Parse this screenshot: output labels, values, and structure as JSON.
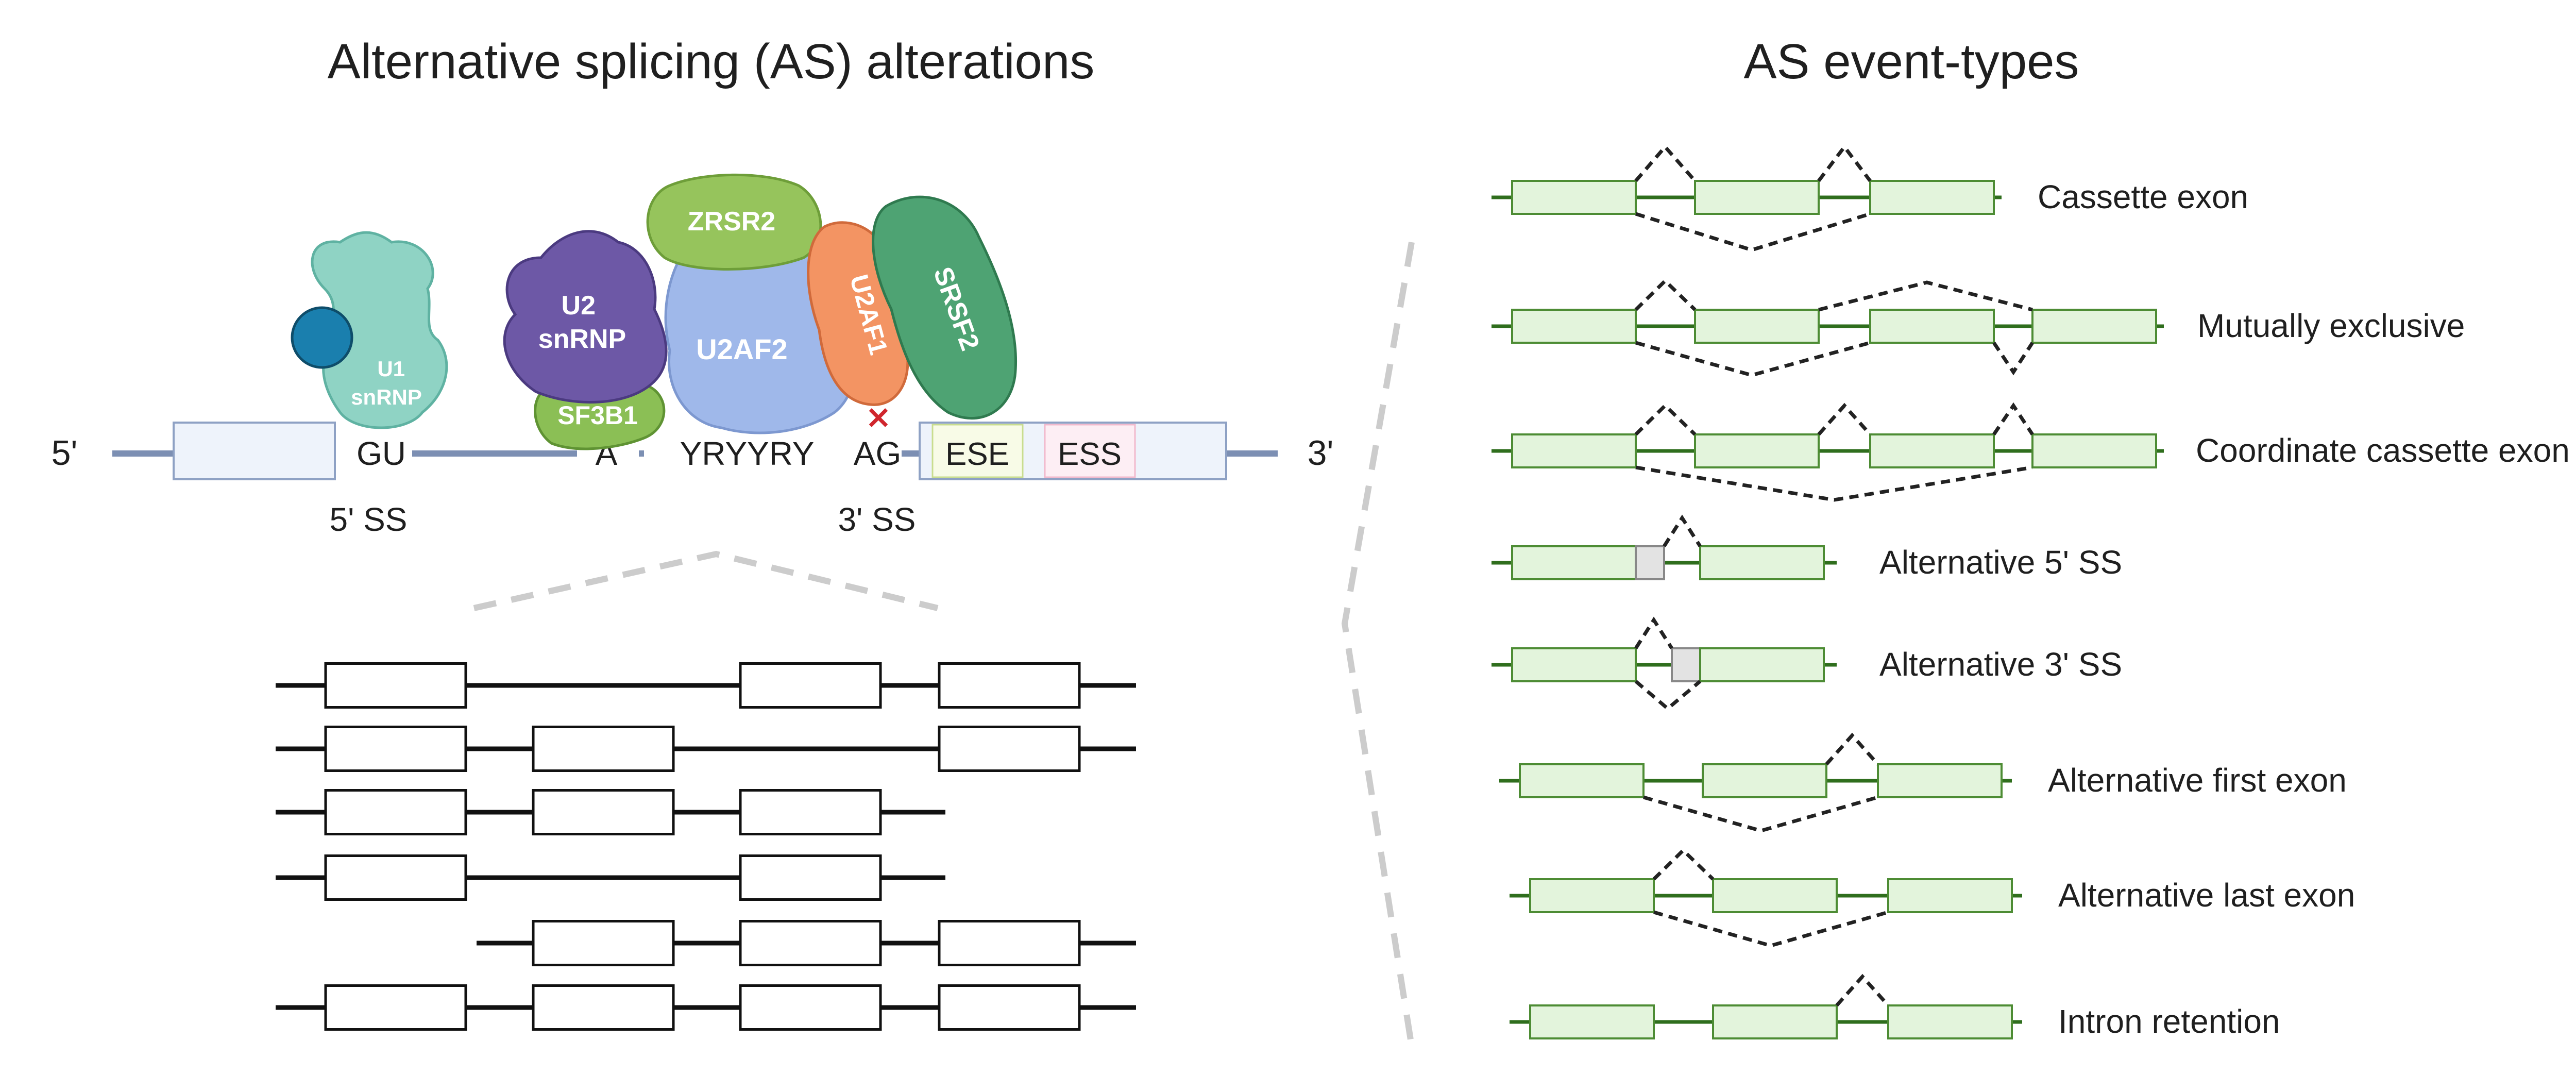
{
  "left_panel": {
    "title": "Alternative splicing (AS) alterations",
    "labels": {
      "five_prime": "5'",
      "three_prime": "3'",
      "gu": "GU",
      "a": "A",
      "yryyry": "YRYYRY",
      "ag": "AG",
      "ese": "ESE",
      "ess": "ESS",
      "ss5": "5' SS",
      "ss3": "3' SS"
    },
    "proteins": {
      "u1": "U1\nsnRNP",
      "u2": "U2\nsnRNP",
      "sf3b1": "SF3B1",
      "zrsr2": "ZRSR2",
      "u2af2": "U2AF2",
      "u2af1": "U2AF1",
      "srsf2": "SRSF2"
    },
    "mutation_mark": "×",
    "transcripts": [
      {
        "exons": [
          1,
          0,
          1,
          1
        ],
        "start": 0,
        "end": 3
      },
      {
        "exons": [
          1,
          1,
          0,
          1
        ],
        "start": 0,
        "end": 3
      },
      {
        "exons": [
          1,
          1,
          1,
          0
        ],
        "start": 0,
        "end": 2
      },
      {
        "exons": [
          1,
          0,
          1,
          0
        ],
        "start": 0,
        "end": 2
      },
      {
        "exons": [
          0,
          1,
          1,
          1
        ],
        "start": 1,
        "end": 3
      },
      {
        "exons": [
          1,
          1,
          1,
          1
        ],
        "start": 0,
        "end": 3
      }
    ]
  },
  "right_panel": {
    "title": "AS event-types",
    "events": [
      {
        "label": "Cassette exon"
      },
      {
        "label": "Mutually exclusive"
      },
      {
        "label": "Coordinate cassette exon"
      },
      {
        "label": "Alternative 5' SS"
      },
      {
        "label": "Alternative 3' SS"
      },
      {
        "label": "Alternative first exon"
      },
      {
        "label": "Alternative last exon"
      },
      {
        "label": "Intron retention"
      }
    ]
  },
  "colors": {
    "exon_fill": "#e3f4dc",
    "exon_stroke": "#4d8c34",
    "intron_line": "#2f6e1d",
    "pre_mrna_line": "#7c8fb3",
    "pre_mrna_box": "#eef3fb",
    "ese_fill": "#f8fbe7",
    "ess_fill": "#fdeef4",
    "u1": "#8fd3c4",
    "u1_ball": "#1a7fae",
    "u2": "#6d58a6",
    "sf3b1": "#8bbf55",
    "zrsr2": "#96c45c",
    "u2af2": "#9fb8ea",
    "u2af1": "#f39463",
    "srsf2": "#4ea373",
    "mutation": "#d0262d",
    "divider": "#cccccc",
    "alt_region": "#e3e3e3"
  }
}
